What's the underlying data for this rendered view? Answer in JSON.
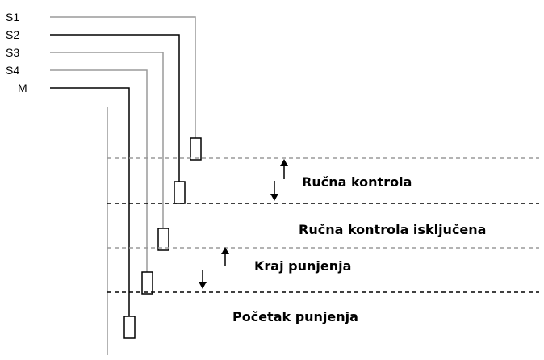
{
  "probes": [
    {
      "label": "S1"
    },
    {
      "label": "S2"
    },
    {
      "label": "S3"
    },
    {
      "label": "S4"
    },
    {
      "label": "M"
    }
  ],
  "levels": [
    {
      "label": "Ručna kontrola",
      "arrows": true
    },
    {
      "label": "Ručna kontrola isključena",
      "arrows": false
    },
    {
      "label": "Kraj punjenja",
      "arrows": true
    },
    {
      "label": "Početak punjenja",
      "arrows": false
    }
  ],
  "colors": {
    "wire": "#000000",
    "wire_light": "#9a9a9a",
    "level_line": "#000000",
    "level_line_light": "#9a9a9a"
  }
}
